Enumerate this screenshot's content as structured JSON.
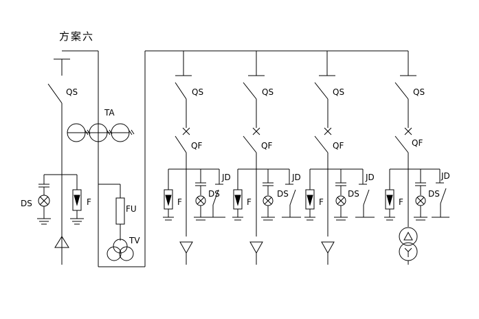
{
  "title": "方案六",
  "labels": {
    "qs": "QS",
    "qf": "QF",
    "ta": "TA",
    "ds": "DS",
    "f": "F",
    "fu": "FU",
    "tv": "TV",
    "jd": "JD"
  },
  "colors": {
    "line": "#000000",
    "background": "#ffffff"
  },
  "units": [
    {
      "id": "incoming",
      "components": [
        "QS",
        "TA",
        "DS",
        "F",
        "cable-terminal"
      ]
    },
    {
      "id": "pt",
      "components": [
        "FU",
        "TV"
      ]
    },
    {
      "id": "feeder-1",
      "components": [
        "QS",
        "QF",
        "F",
        "DS",
        "JD",
        "cable-terminal"
      ]
    },
    {
      "id": "feeder-2",
      "components": [
        "QS",
        "QF",
        "F",
        "DS",
        "JD",
        "cable-terminal"
      ]
    },
    {
      "id": "feeder-3",
      "components": [
        "QS",
        "QF",
        "F",
        "DS",
        "JD",
        "cable-terminal"
      ]
    },
    {
      "id": "transformer",
      "components": [
        "QS",
        "QF",
        "F",
        "DS",
        "JD",
        "transformer"
      ]
    }
  ]
}
